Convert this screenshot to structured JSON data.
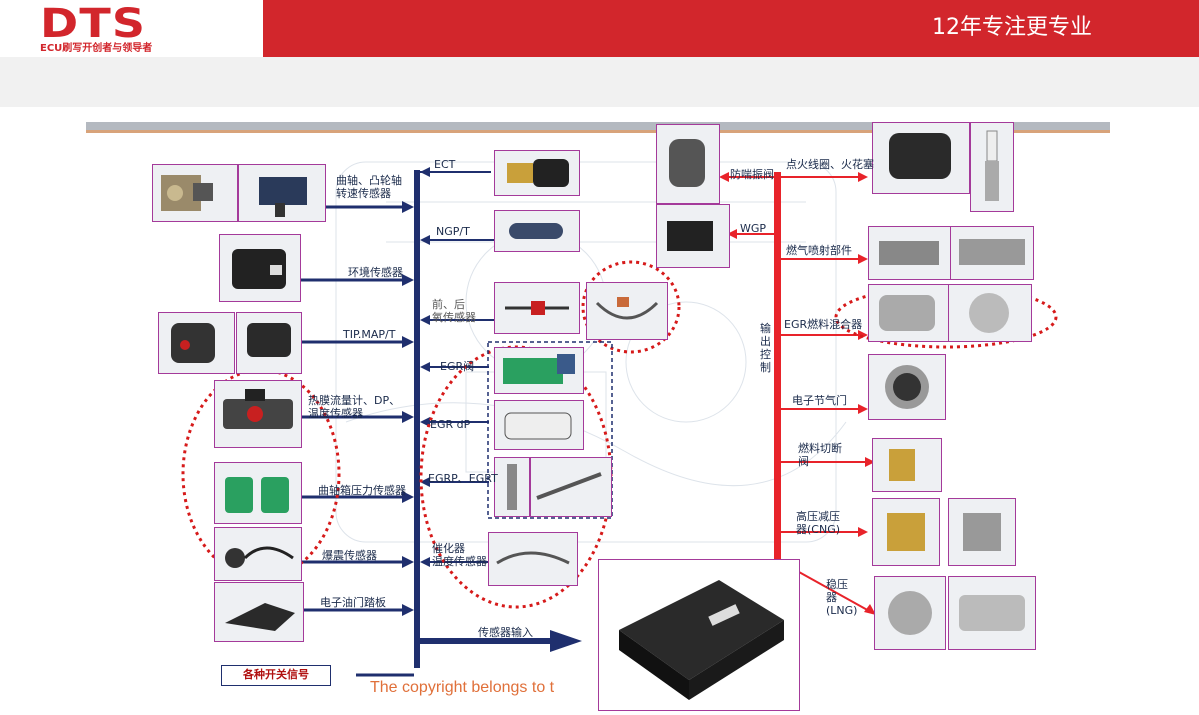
{
  "header": {
    "logo": "DTS",
    "logo_sub": "ECU刷写开创者与领导者",
    "slogan": "12年专注更专业"
  },
  "left_labels": {
    "crank": "曲轴、凸轮轴\n转速传感器",
    "env": "环境传感器",
    "tipmap": "TIP.MAP/T",
    "flow": "热膜流量计、DP、\n温度传感器",
    "crankcase": "曲轴箱压力传感器",
    "knock": "爆震传感器",
    "pedal": "电子油门踏板",
    "switch": "各种开关信号"
  },
  "mid_labels": {
    "ect": "ECT",
    "ngp": "NGP/T",
    "o2": "前、后\n氧传感器",
    "egr_valve": "EGR阀",
    "egr_dp": "EGR dP",
    "egrp": "EGRP、EGRT",
    "catalyst": "催化器\n温度传感器",
    "sensor_input": "传感器输入"
  },
  "right_labels": {
    "anti_surge": "防喘振阀",
    "wgp": "WGP",
    "ignition": "点火线圈、火花塞",
    "injector": "燃气喷射部件",
    "egr_mixer": "EGR燃料混合器",
    "output": "输\n出\n控\n制",
    "throttle": "电子节气门",
    "cutoff": "燃料切断\n阀",
    "pressure_reducer": "高压减压\n器(CNG)",
    "stabilizer": "稳压\n器\n(LNG)"
  },
  "copyright": "The copyright belongs to t",
  "colors": {
    "brand_red": "#d2262c",
    "bus_blue": "#1f2f6e",
    "output_red": "#e8232a",
    "highlight_dashed": "#d61a1a"
  }
}
